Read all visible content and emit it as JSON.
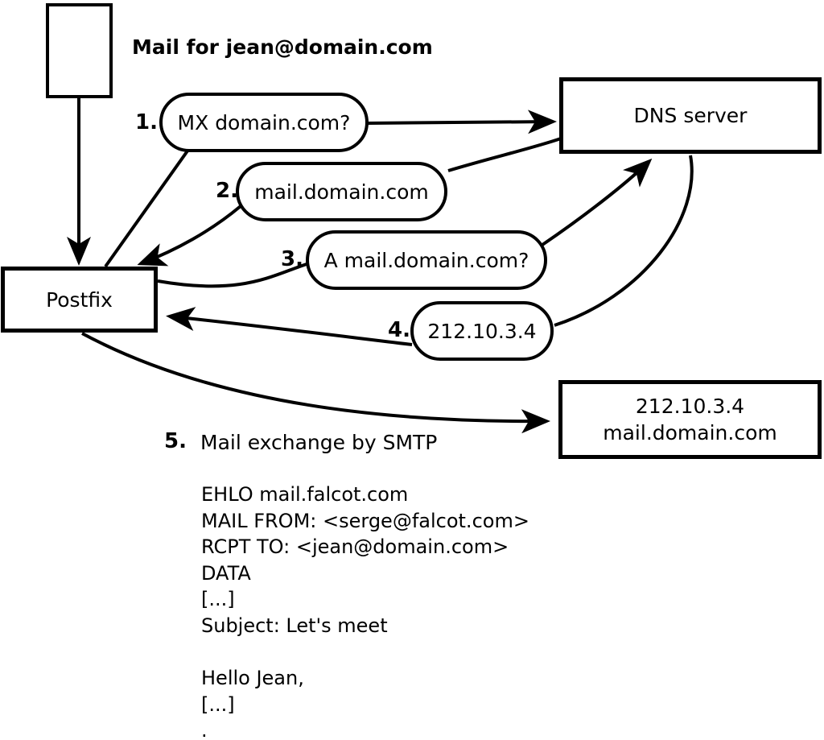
{
  "diagram": {
    "title": "Mail for jean@domain.com",
    "nodes": {
      "postfix": "Postfix",
      "dns_server": "DNS server",
      "mail_server_line1": "212.10.3.4",
      "mail_server_line2": "mail.domain.com"
    },
    "steps": [
      {
        "num": "1.",
        "label": "MX domain.com?"
      },
      {
        "num": "2.",
        "label": "mail.domain.com"
      },
      {
        "num": "3.",
        "label": "A mail.domain.com?"
      },
      {
        "num": "4.",
        "label": "212.10.3.4"
      },
      {
        "num": "5.",
        "label": "Mail exchange by SMTP"
      }
    ],
    "smtp_session": [
      "EHLO mail.falcot.com",
      "MAIL FROM: <serge@falcot.com>",
      "RCPT TO: <jean@domain.com>",
      "DATA",
      "[...]",
      "Subject: Let's meet",
      "",
      "Hello Jean,",
      "[...]",
      "."
    ],
    "colors": {
      "ink": "#000000",
      "background": "#ffffff"
    }
  }
}
